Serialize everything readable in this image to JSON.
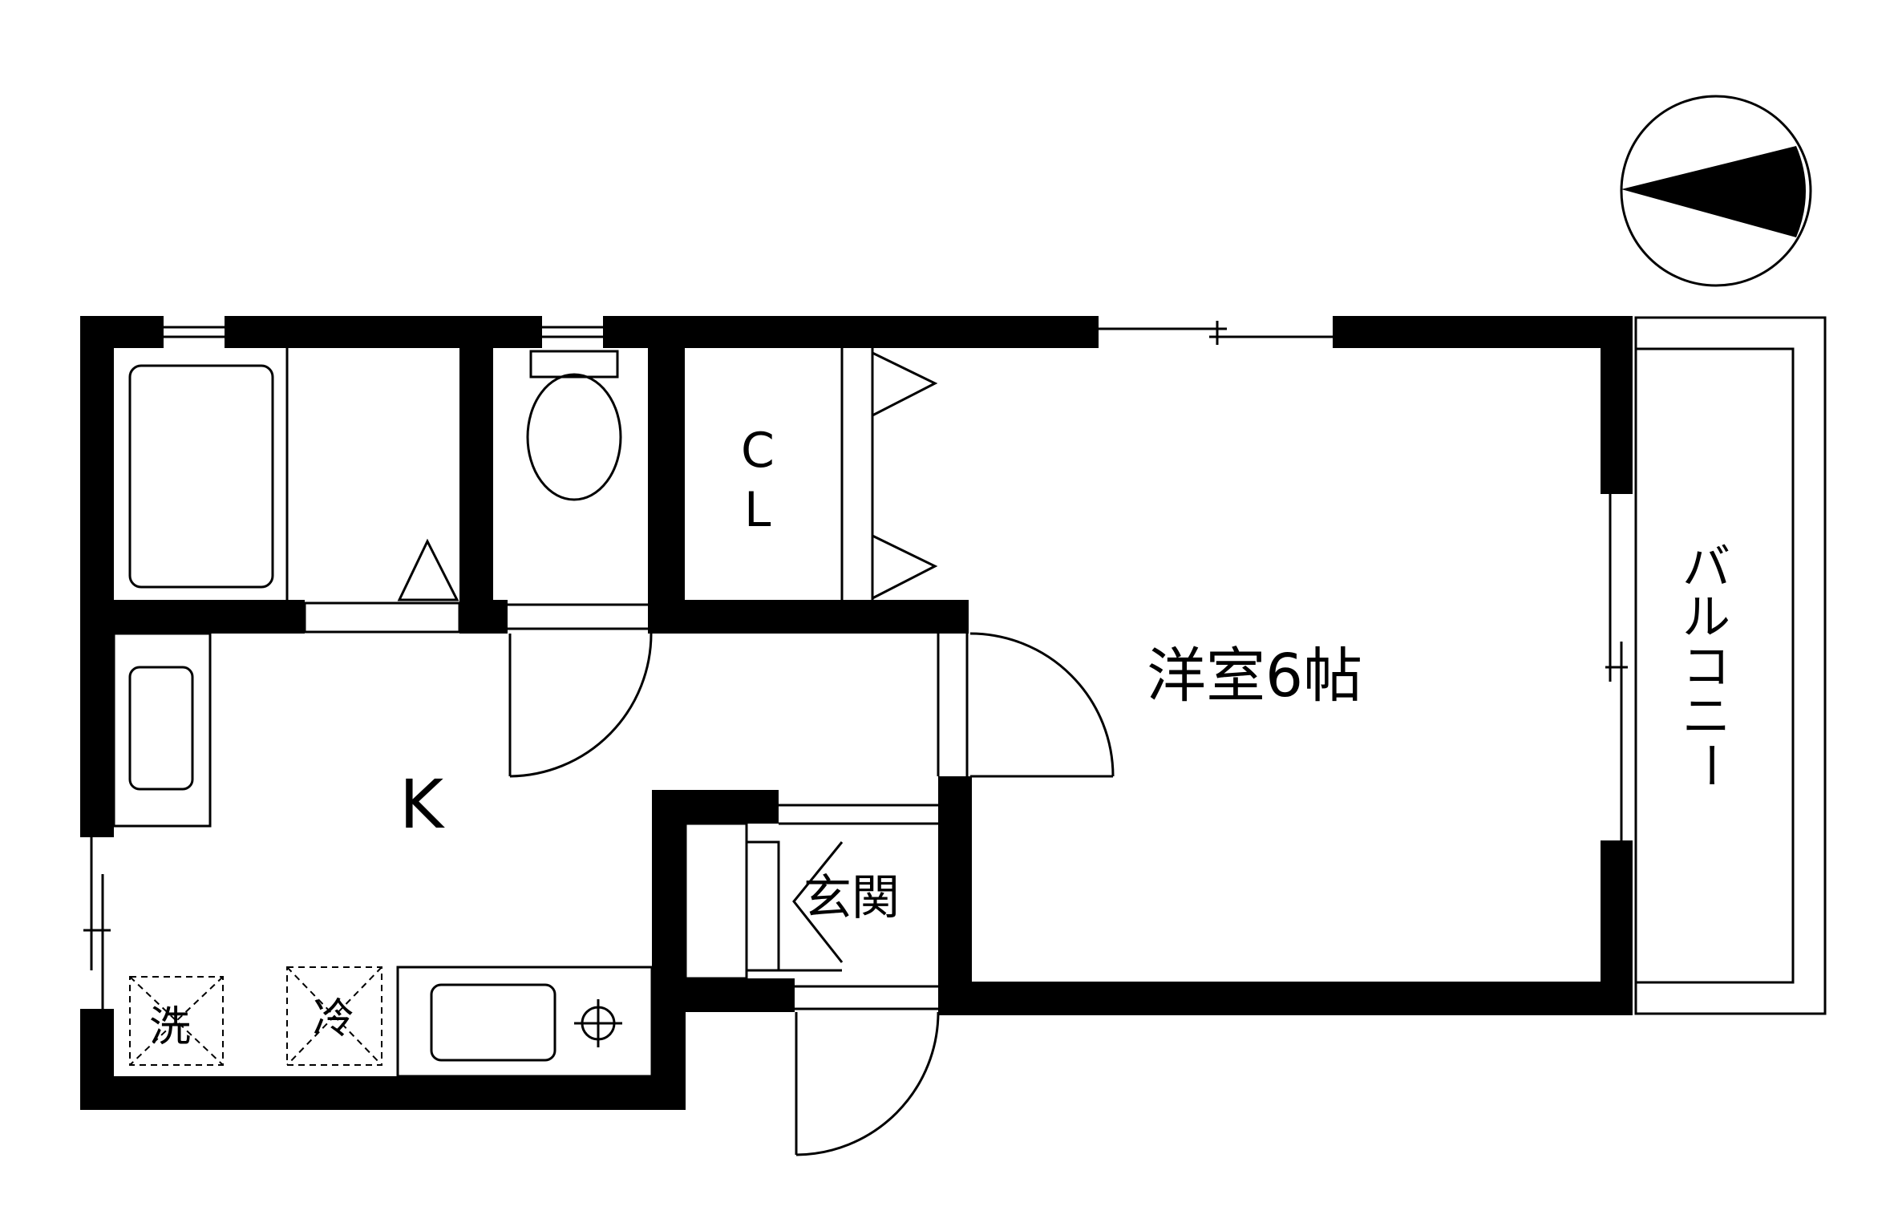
{
  "labels": {
    "western_room": "洋室6帖",
    "kitchen": "K",
    "closet_line1": "C",
    "closet_line2": "L",
    "entrance": "玄関",
    "balcony_chars": [
      "バ",
      "ル",
      "コ",
      "ニ",
      "ー"
    ],
    "washer": "洗",
    "fridge": "冷"
  },
  "colors": {
    "wall": "#000000",
    "line": "#000000",
    "background": "#ffffff"
  },
  "icons": {
    "compass": "north-arrow-icon",
    "stove": "stove-burner-icon",
    "toilet": "toilet-icon",
    "bathtub": "bathtub-icon"
  }
}
